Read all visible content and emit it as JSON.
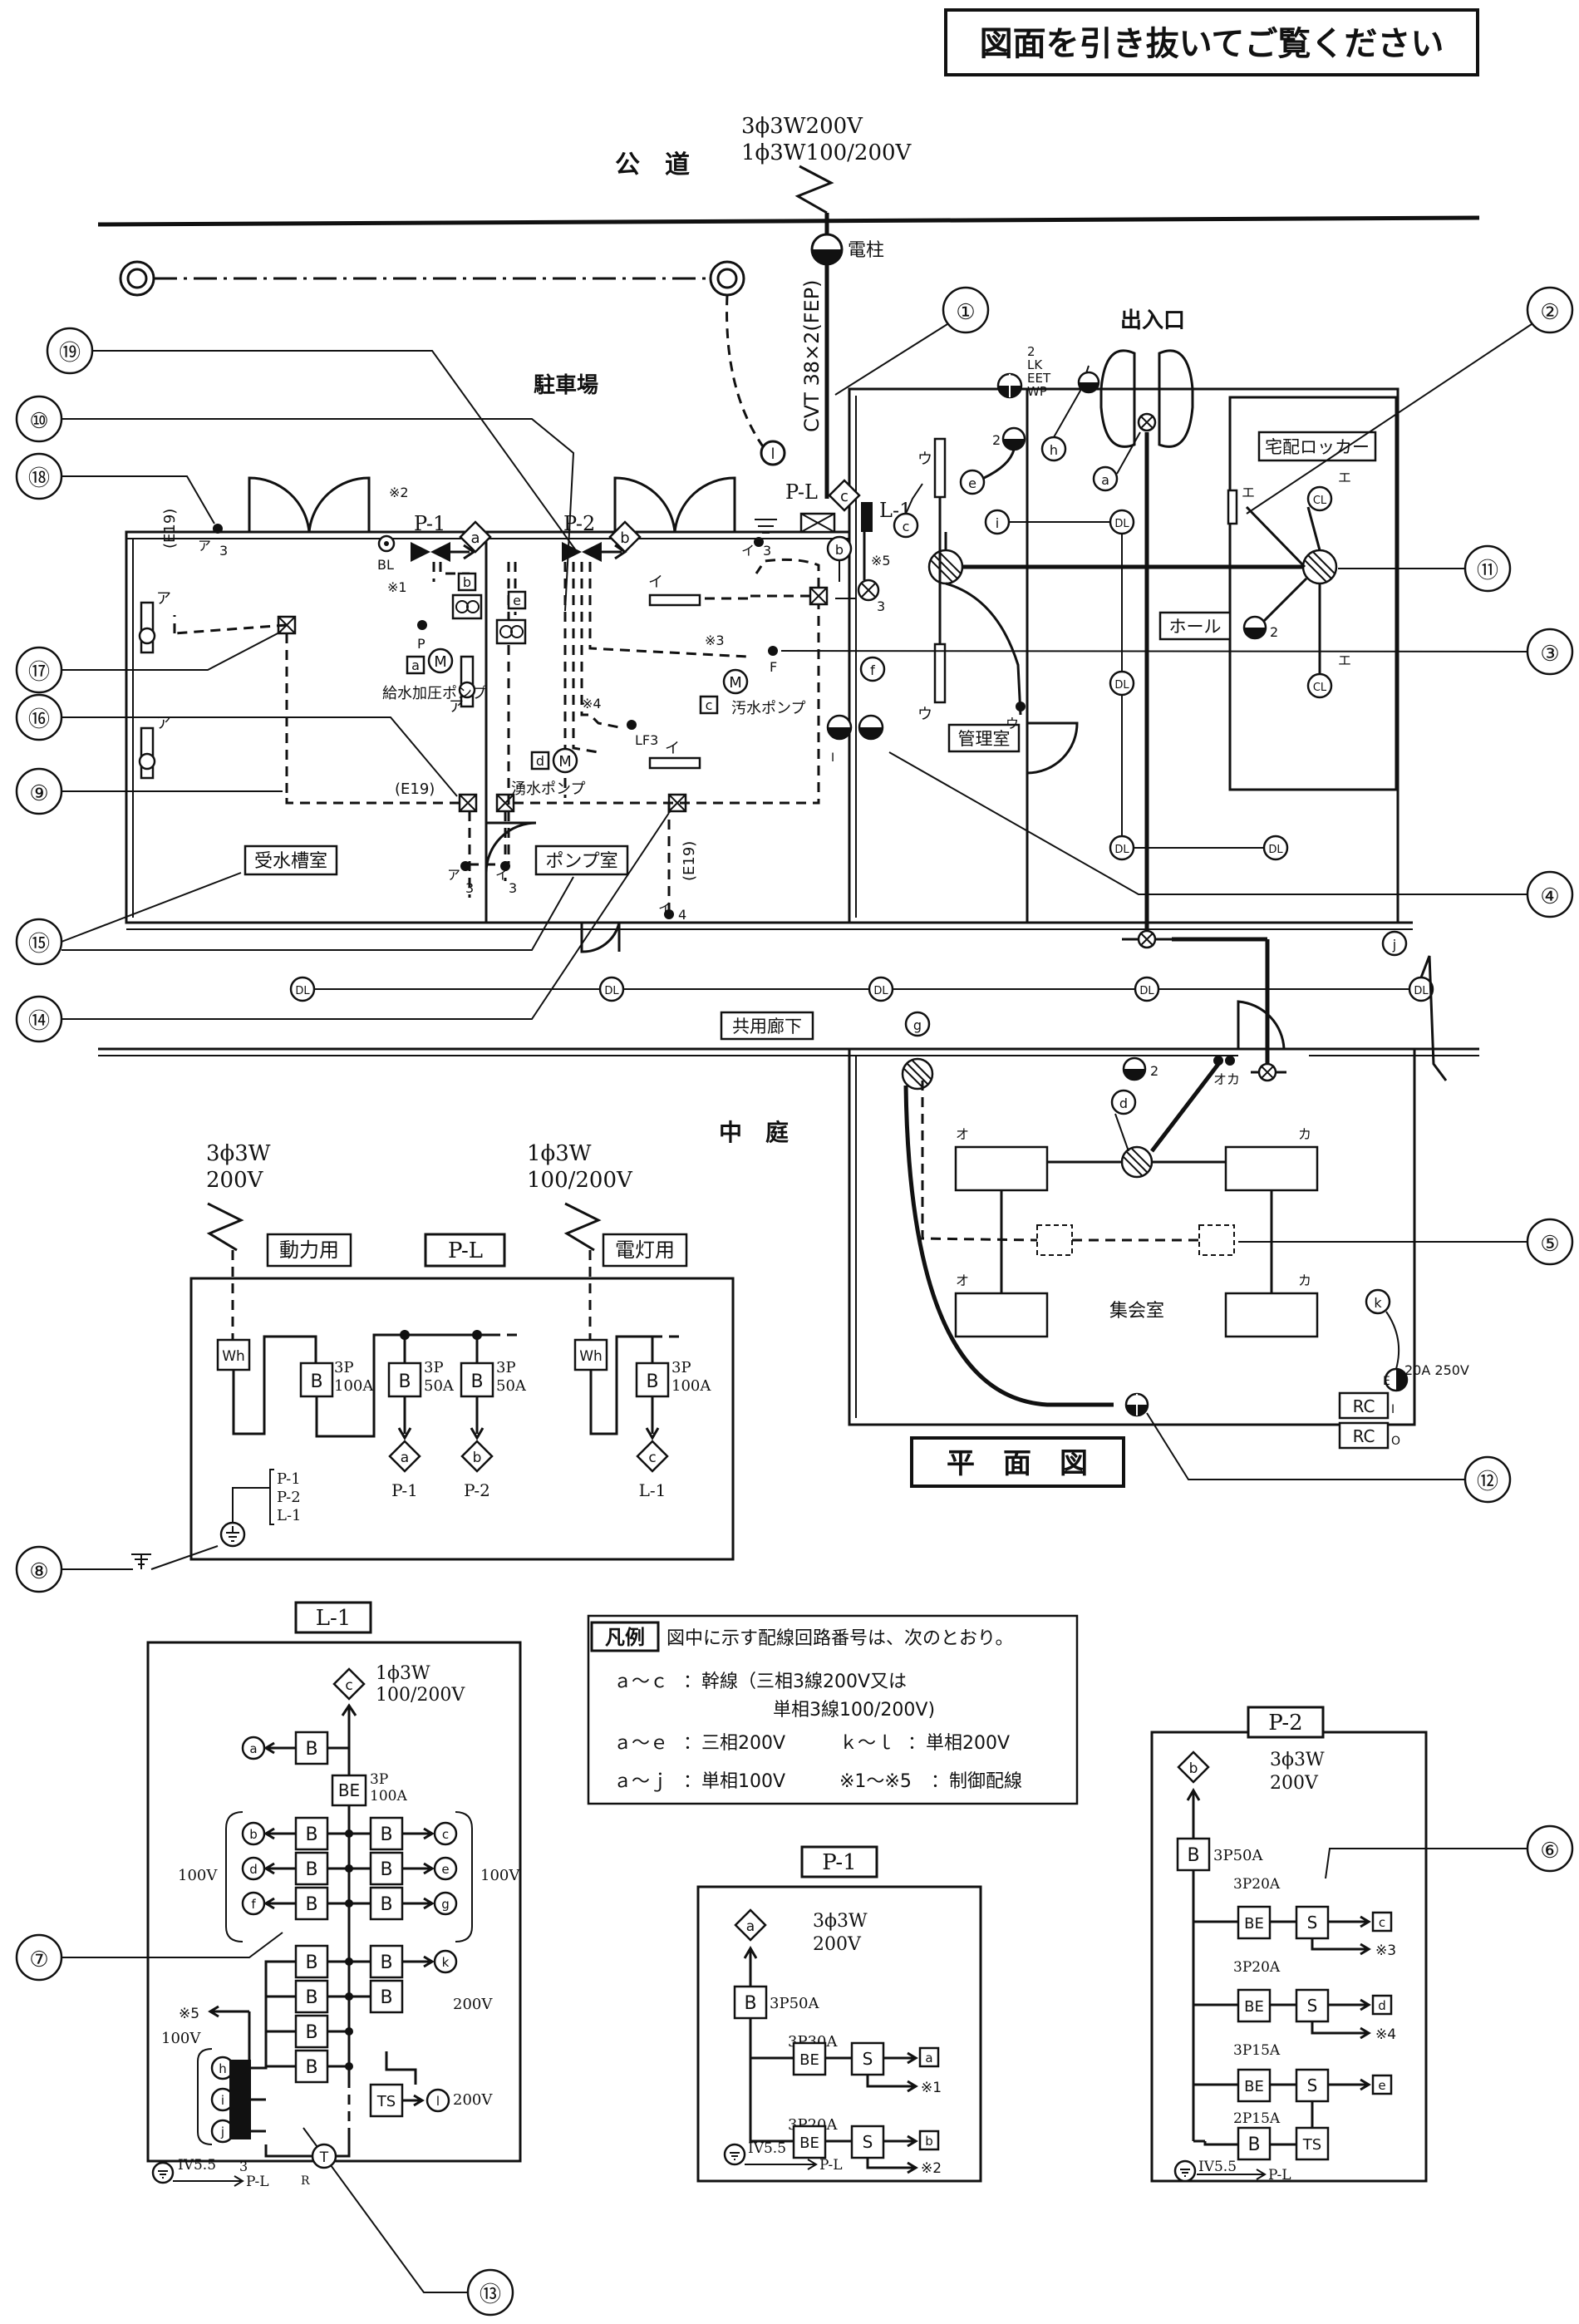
{
  "header": {
    "instruction": "図面を引き抜いてご覧ください"
  },
  "supply": {
    "line1": "3ϕ3W200V",
    "line2": "1ϕ3W100/200V",
    "road": "公　道",
    "pole": "電柱",
    "cable": "CVT 38×2(FEP)"
  },
  "rooms": {
    "parking": "駐車場",
    "entrance": "出入口",
    "delivery_locker": "宅配ロッカー",
    "hall": "ホール",
    "office": "管理室",
    "water_tank": "受水槽室",
    "pump_room": "ポンプ室",
    "corridor": "共用廊下",
    "courtyard": "中　庭",
    "meeting_room": "集会室",
    "plan_view": "平　面　図"
  },
  "equipment": {
    "feed_pump": "給水加圧ポンプ",
    "sewage_pump": "汚水ポンプ",
    "spring_pump": "湧水ポンプ",
    "P1": "P-1",
    "P2": "P-2",
    "PL": "P-L",
    "L1": "L-1",
    "BL": "BL",
    "P": "P",
    "F": "F",
    "LF3": "LF3",
    "E19": "(E19)",
    "outlet_rating": "20A 250V",
    "RC": "RC",
    "wp_labels": [
      "2",
      "LK",
      "EET",
      "WP"
    ]
  },
  "symbols": {
    "a": "a",
    "b": "b",
    "c": "c",
    "d": "d",
    "e": "e",
    "f": "f",
    "g": "g",
    "h": "h",
    "i": "i",
    "j": "j",
    "k": "k",
    "l": "l",
    "DL": "DL",
    "CL": "CL",
    "M": "M",
    "T": "T"
  },
  "fixture_marks": {
    "a": "ア",
    "i": "イ",
    "u": "ウ",
    "e": "エ",
    "o": "オ",
    "ka": "カ",
    "oka": "オカ"
  },
  "notes": {
    "n1": "※1",
    "n2": "※2",
    "n3": "※3",
    "n4": "※4",
    "n5": "※5"
  },
  "callouts": [
    "①",
    "②",
    "③",
    "④",
    "⑤",
    "⑥",
    "⑦",
    "⑧",
    "⑨",
    "⑩",
    "⑪",
    "⑫",
    "⑬",
    "⑭",
    "⑮",
    "⑯",
    "⑰",
    "⑱",
    "⑲"
  ],
  "pl_panel": {
    "title": "P-L",
    "power_label": "動力用",
    "lighting_label": "電灯用",
    "power_supply_1": "3ϕ3W",
    "power_supply_2": "200V",
    "light_supply_1": "1ϕ3W",
    "light_supply_2": "100/200V",
    "Wh": "Wh",
    "B": "B",
    "main_rating_1": "3P",
    "main_rating_2": "100A",
    "branch_rating_1": "3P",
    "branch_rating_2": "50A",
    "to_p1": "P-1",
    "to_p2": "P-2",
    "to_l1": "L-1",
    "ground_list": [
      "P-1",
      "P-2",
      "L-1"
    ]
  },
  "legend": {
    "title": "凡例",
    "intro": "図中に示す配線回路番号は、次のとおり。",
    "row1_range": "ａ～ｃ",
    "row1_desc": "：幹線（三相3線200V又は",
    "row1_desc2": "単相3線100/200V)",
    "row2_range": "ａ～ｅ",
    "row2_desc": "：三相200V",
    "row2_range_b": "ｋ～ｌ",
    "row2_desc_b": "：単相200V",
    "row3_range": "ａ～ｊ",
    "row3_desc": "：単相100V",
    "row3_range_b": "※1～※5",
    "row3_desc_b": "：制御配線"
  },
  "l1_panel": {
    "title": "L-1",
    "supply_1": "1ϕ3W",
    "supply_2": "100/200V",
    "BE": "BE",
    "BE_rating_1": "3P",
    "BE_rating_2": "100A",
    "v100": "100V",
    "v200": "200V",
    "TS": "TS",
    "ground": "IV5.5",
    "to_pl": "P-L",
    "n3": "3",
    "nR": "R"
  },
  "p1_panel": {
    "title": "P-1",
    "supply_1": "3ϕ3W",
    "supply_2": "200V",
    "main": "3P50A",
    "br1": "3P30A",
    "br2": "3P20A",
    "S": "S",
    "ground": "IV5.5",
    "to_pl": "P-L"
  },
  "p2_panel": {
    "title": "P-2",
    "supply_1": "3ϕ3W",
    "supply_2": "200V",
    "main": "3P50A",
    "br1": "3P20A",
    "br2": "3P20A",
    "br3": "3P15A",
    "br4": "2P15A",
    "S": "S",
    "TS": "TS",
    "ground": "IV5.5",
    "to_pl": "P-L"
  }
}
